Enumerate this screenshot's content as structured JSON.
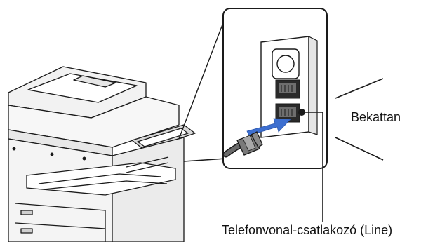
{
  "labels": {
    "click": "Bekattan",
    "line_port": "Telefonvonal-csatlakozó (Line)"
  },
  "colors": {
    "outline": "#1a1a1a",
    "arrow": "#3d6fd0",
    "panel_shade": "#d9d9d9",
    "background": "#ffffff"
  },
  "icons": {
    "printer": "multifunction-printer-illustration",
    "connector": "rj11-telephone-plug",
    "insert_arrow": "insert-arrow"
  }
}
